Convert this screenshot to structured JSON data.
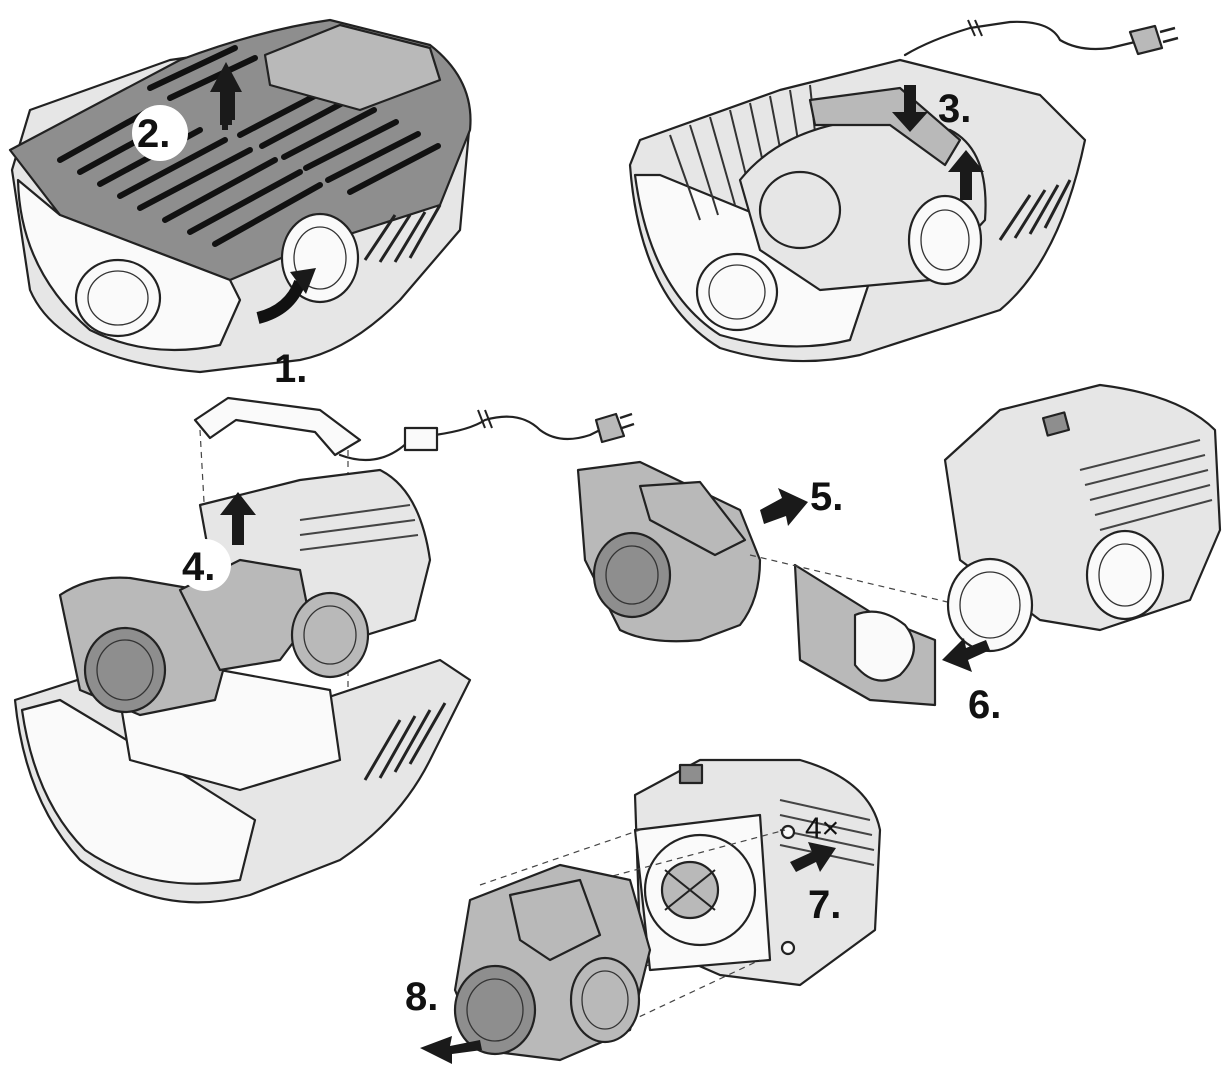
{
  "steps": {
    "s1": "1.",
    "s2": "2.",
    "s3": "3.",
    "s4": "4.",
    "s5": "5.",
    "s6": "6.",
    "s7": "7.",
    "s8": "8.",
    "screw_count": "4×"
  },
  "icons": {
    "arrow": "arrow-icon",
    "plug": "power-plug-icon"
  },
  "colors": {
    "outline": "#222222",
    "housing_grey": "#b9b9b9",
    "cover_grey": "#8e8e8e"
  }
}
